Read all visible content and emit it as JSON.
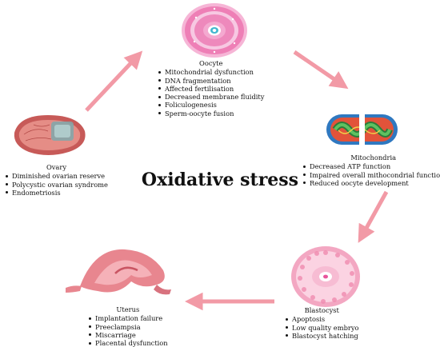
{
  "center_title": "Oxidative stress",
  "colors": {
    "arrow": "#f29aa6",
    "oocyte": "#e8559c",
    "mitochondria_outer": "#2f78c0",
    "mitochondria_inner": "#e2533a",
    "blastocyst": "#f3a7c2",
    "uterus": "#e8868f",
    "ovary": "#c75a58"
  },
  "nodes": {
    "oocyte": {
      "title": "Oocyte",
      "items": [
        "Mitochondrial dysfunction",
        "DNA fragmentation",
        "Affected fertilisation",
        "Decreased membrane fluidity",
        "Foliculogenesis",
        "Sperm-oocyte fusion"
      ],
      "icon": "oocyte-cell"
    },
    "mitochondria": {
      "title": "Mitochondria",
      "items": [
        "Decreased ATP function",
        "Impaired overall mithocondrial function",
        "Reduced oocyte development"
      ],
      "icon": "mitochondria-organelle"
    },
    "blastocyst": {
      "title": "Blastocyst",
      "items": [
        "Apoptosis",
        "Low quality embryo",
        "Blastocyst hatching"
      ],
      "icon": "blastocyst-embryo"
    },
    "uterus": {
      "title": "Uterus",
      "items": [
        "Implantation failure",
        "Preeclampsia",
        "Miscarriage",
        "Placental dysfunction"
      ],
      "icon": "uterus-organ"
    },
    "ovary": {
      "title": "Ovary",
      "items": [
        "Diminished ovarian reserve",
        "Polycystic ovarian syndrome",
        "Endometriosis"
      ],
      "icon": "ovary-organ"
    }
  }
}
